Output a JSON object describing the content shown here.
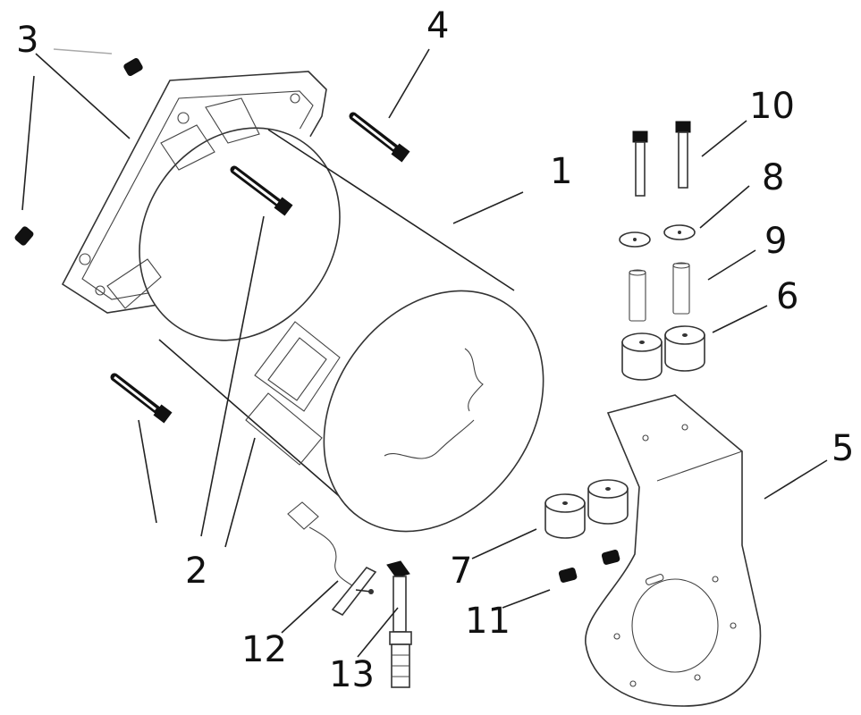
{
  "diagram": {
    "type": "exploded-assembly",
    "callouts": [
      {
        "id": "callout-1",
        "text": "1"
      },
      {
        "id": "callout-2",
        "text": "2"
      },
      {
        "id": "callout-3",
        "text": "3"
      },
      {
        "id": "callout-4",
        "text": "4"
      },
      {
        "id": "callout-5",
        "text": "5"
      },
      {
        "id": "callout-6",
        "text": "6"
      },
      {
        "id": "callout-7",
        "text": "7"
      },
      {
        "id": "callout-8",
        "text": "8"
      },
      {
        "id": "callout-9",
        "text": "9"
      },
      {
        "id": "callout-10",
        "text": "10"
      },
      {
        "id": "callout-11",
        "text": "11"
      },
      {
        "id": "callout-12",
        "text": "12"
      },
      {
        "id": "callout-13",
        "text": "13"
      }
    ]
  }
}
